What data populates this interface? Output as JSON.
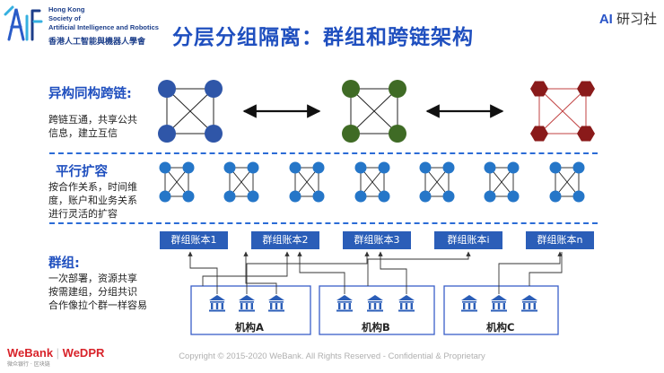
{
  "header": {
    "org_name_en": [
      "Hong Kong",
      "Society of",
      "Artificial Intelligence and Robotics"
    ],
    "org_name_zh": "香港人工智能與機器人學會",
    "title": "分层分组隔离：群组和跨链架构",
    "brand_right_ai": "AI",
    "brand_right_rest": "研习社"
  },
  "sections": {
    "cross_chain": {
      "title": "异构同构跨链:",
      "desc": [
        "跨链互通，共享公共",
        "信息，建立互信"
      ]
    },
    "parallel": {
      "title": "平行扩容",
      "desc": [
        "按合作关系，时间维",
        "度，账户和业务关系",
        "进行灵活的扩容"
      ]
    },
    "group": {
      "title": "群组:",
      "desc": [
        "一次部署，资源共享",
        "按需建组，分组共识",
        "合作像拉个群一样容易"
      ]
    }
  },
  "accounts": [
    "群组账本1",
    "群组账本2",
    "群组账本3",
    "群组账本i",
    "群组账本n"
  ],
  "institutions": [
    "机构A",
    "机构B",
    "机构C"
  ],
  "colors": {
    "title_blue": "#1f4fbf",
    "node_blue": "#2f56a8",
    "node_green": "#3f6b25",
    "node_red": "#8a1a1a",
    "account_blue": "#2b5eb8"
  },
  "footer": {
    "brand_we": "WeBank",
    "brand_dpr": "WeDPR",
    "sub": "微众银行 · 区块链",
    "copyright": "Copyright © 2015-2020 WeBank. All Rights Reserved - Confidential & Proprietary"
  }
}
